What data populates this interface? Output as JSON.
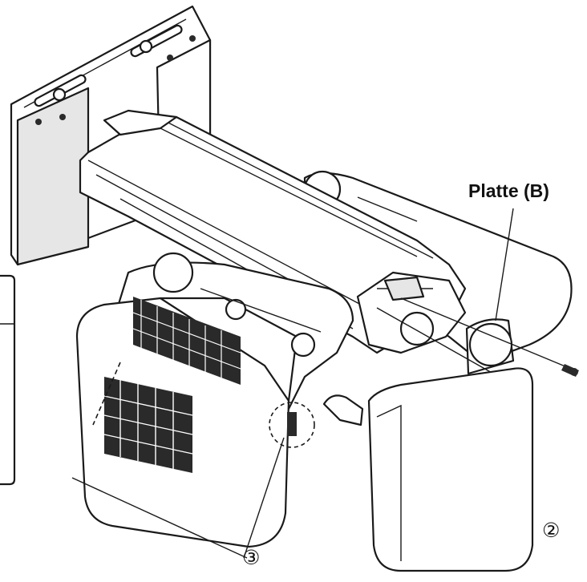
{
  "labels": {
    "plate_b": "Platte (B)",
    "step_2": "②",
    "step_3": "③"
  }
}
